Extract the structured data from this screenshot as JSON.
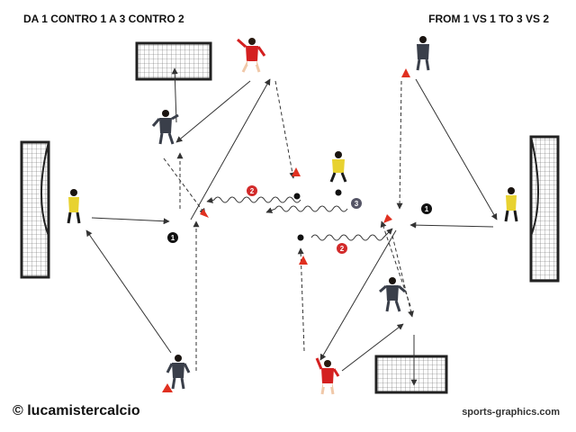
{
  "title_it": "DA 1 CONTRO 1 A 3 CONTRO 2",
  "title_en": "FROM 1 VS 1 TO 3 VS 2",
  "credit_left": "© lucamistercalcio",
  "credit_right": "sports-graphics.com",
  "markers": [
    {
      "id": "marker-1-left",
      "label": "1",
      "color": "#111111"
    },
    {
      "id": "marker-1-right",
      "label": "1",
      "color": "#111111"
    },
    {
      "id": "marker-2-left",
      "label": "2",
      "color": "#d22a2a"
    },
    {
      "id": "marker-2-right",
      "label": "2",
      "color": "#d22a2a"
    },
    {
      "id": "marker-3",
      "label": "3",
      "color": "#555566"
    }
  ],
  "colors": {
    "red_team": "#d42020",
    "dark_team": "#3a3f4a",
    "keeper": "#e8d230",
    "arrow": "#333333",
    "cone": "#e03020"
  }
}
